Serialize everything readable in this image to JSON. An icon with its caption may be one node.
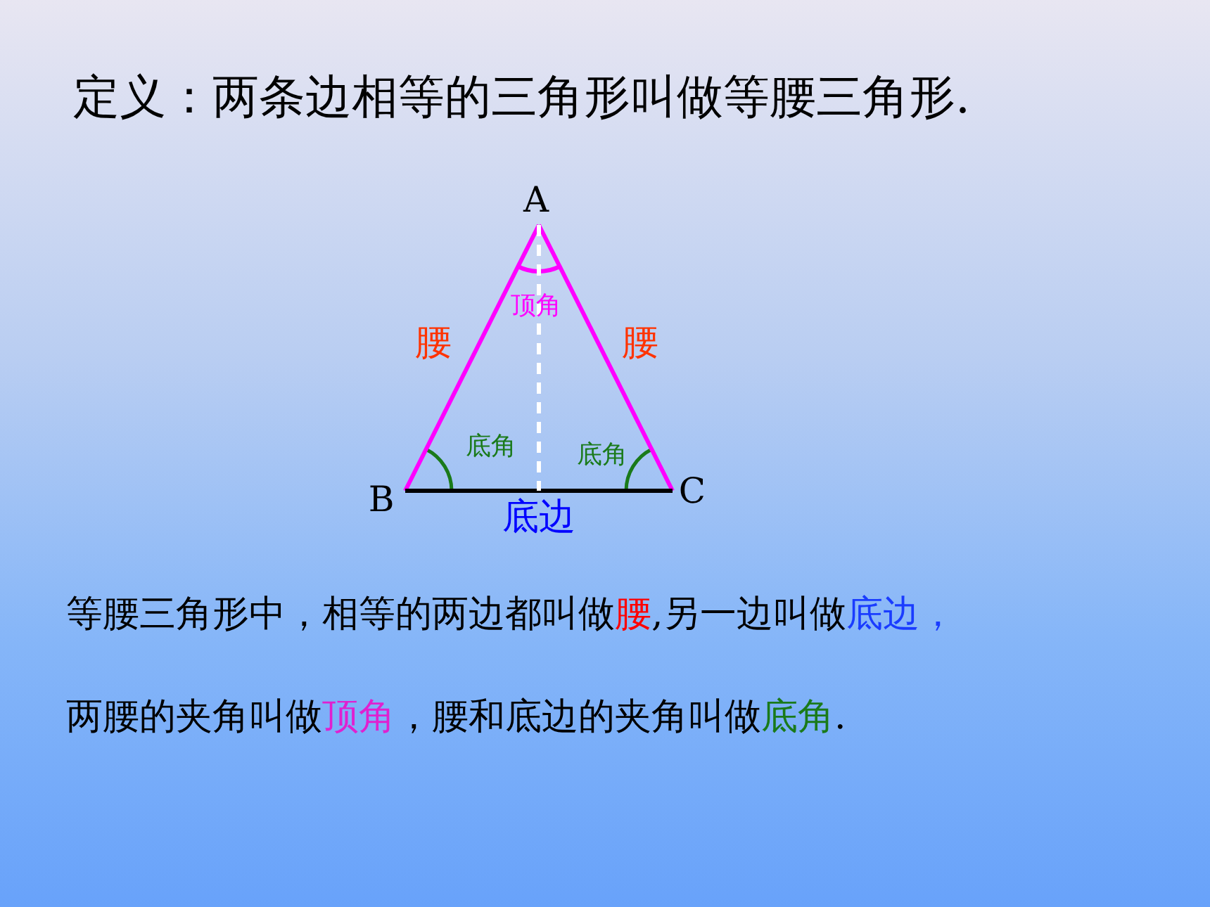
{
  "diagram": {
    "title": "定义：两条边相等的三角形叫做等腰三角形.",
    "nodes": [
      {
        "text": [
          "A"
        ]
      },
      {
        "text": [
          "B"
        ]
      },
      {
        "text": [
          "C"
        ]
      }
    ],
    "edges": [
      {
        "from": 0,
        "to": 1,
        "arrow": "none",
        "label": "腰"
      },
      {
        "from": 0,
        "to": 2,
        "arrow": "none",
        "label": "腰"
      },
      {
        "from": 1,
        "to": 2,
        "arrow": "none",
        "label": "底边",
        "color": "#000000"
      },
      {
        "from": 0,
        "to": null,
        "arrow": "none",
        "style": "dashed",
        "color": "#ffffff"
      }
    ],
    "labels": [
      "顶角",
      "底角",
      "底角",
      "等腰三角形中，相等的两边都叫做",
      "腰",
      ",另一边叫做",
      "底边，",
      "两腰的夹角叫做",
      "顶角",
      "，腰和底边的夹角叫做",
      "底角",
      "."
    ]
  }
}
